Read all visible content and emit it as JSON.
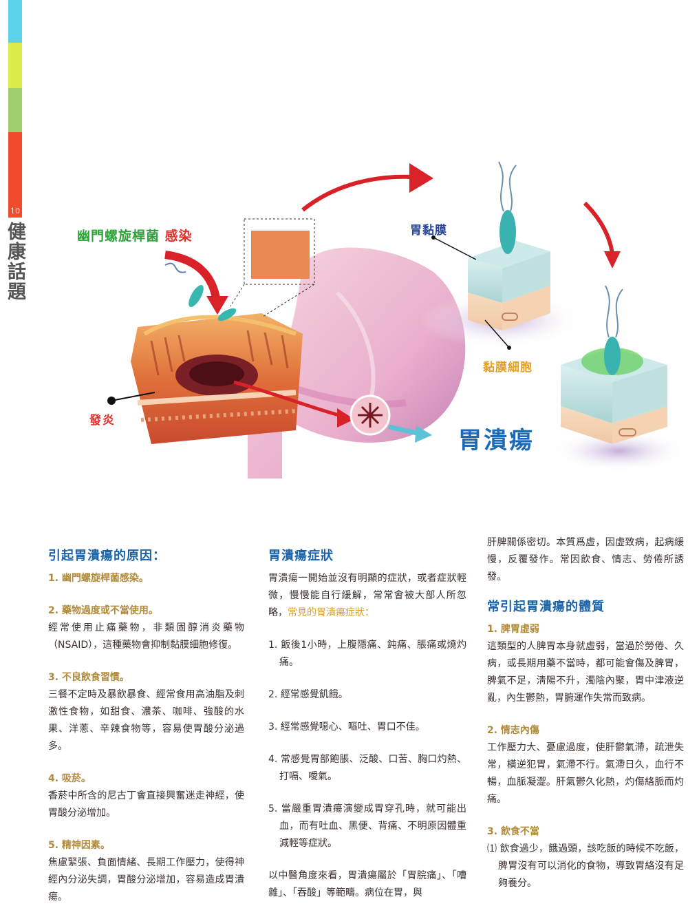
{
  "sidebar": {
    "page_number": "10",
    "section_title": "健康話題"
  },
  "illustration": {
    "label_bacteria": "幽門螺旋桿菌",
    "label_infection": "感染",
    "label_mucosa": "胃黏膜",
    "label_cells": "黏膜細胞",
    "label_inflammation": "發炎",
    "label_ulcer": "胃潰瘍"
  },
  "col1": {
    "heading": "引起胃潰瘍的原因：",
    "c1": "1. 幽門螺旋桿菌感染。",
    "c2": "2. 藥物過度或不當使用。",
    "c2_text": "經常使用止痛藥物，非類固醇消炎藥物（NSAID），這種藥物會抑制黏膜細胞修復。",
    "c3": "3. 不良飲食習慣。",
    "c3_text": "三餐不定時及暴飲暴食、經常食用高油脂及刺激性食物，如甜食、濃茶、咖啡、強酸的水果、洋蔥、辛辣食物等，容易使胃酸分泌過多。",
    "c4": "4. 吸菸。",
    "c4_text": "香菸中所含的尼古丁會直接興奮迷走神經，使胃酸分泌增加。",
    "c5": "5. 精神因素。",
    "c5_text": "焦慮緊張、負面情緒、長期工作壓力，使得神經內分泌失調，胃酸分泌增加，容易造成胃潰瘍。"
  },
  "col2": {
    "heading": "胃潰瘍症狀",
    "intro": "胃潰瘍一開始並沒有明顯的症狀，或者症狀輕微，慢慢能自行緩解，常常會被大部人所忽略，",
    "intro_hl": "常見的胃潰瘍症狀：",
    "s1": "1. 飯後1小時，上腹隱痛、鈍痛、脹痛或燒灼痛。",
    "s2": "2. 經常感覺飢餓。",
    "s3": "3. 經常感覺噁心、嘔吐、胃口不佳。",
    "s4": "4. 常感覺胃部飽脹、泛酸、口苦、胸口灼熱、打嗝、噯氣。",
    "s5": "5. 當嚴重胃潰瘍演變成胃穿孔時，就可能出血，而有吐血、黑便、背痛、不明原因體重減輕等症狀。",
    "tcm": "以中醫角度來看，胃潰瘍屬於「胃脘痛」、「嘈雜」、「吞酸」等範疇。病位在胃，與"
  },
  "col3": {
    "cont": "肝脾關係密切。本質爲虛，因虛致病，起病緩慢，反覆發作。常因飲食、情志、勞倦所誘發。",
    "heading": "常引起胃潰瘍的體質",
    "t1": "1. 脾胃虛弱",
    "t1_text": "這類型的人脾胃本身就虛弱，當過於勞倦、久病，或長期用藥不當時，都可能會傷及脾胃，脾氣不足，淸陽不升，濁陰內聚，胃中津液逆亂，內生鬱熱，胃腑運作失常而致病。",
    "t2": "2. 情志內傷",
    "t2_text": "工作壓力大、憂慮過度，使肝鬱氣滯，疏泄失常，橫逆犯胃，氣滯不行。氣滯日久，血行不暢，血脈凝澀。肝氣鬱久化熱，灼傷絡脈而灼痛。",
    "t3": "3. 飲食不當",
    "t3_text": "⑴ 飲食過少，餓過頭，該吃飯的時候不吃飯，脾胃沒有可以消化的食物，導致胃絡沒有足夠養分。"
  }
}
